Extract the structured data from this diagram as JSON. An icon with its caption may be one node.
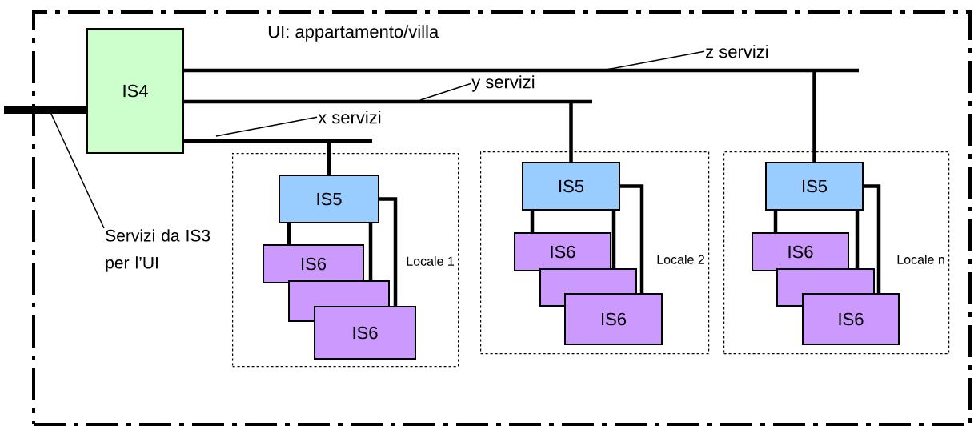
{
  "diagram": {
    "nodes": [
      {
        "text": [
          "UI: appartamento/villa"
        ]
      },
      {
        "text": [
          "IS4"
        ],
        "in": 0
      },
      {
        "text": [
          "z servizi"
        ],
        "in": 0
      },
      {
        "text": [
          "y servizi"
        ],
        "in": 0
      },
      {
        "text": [
          "x servizi"
        ],
        "in": 0
      },
      {
        "text": [
          "Locale 1"
        ],
        "in": 0
      },
      {
        "text": [
          "IS5"
        ],
        "in": 5
      },
      {
        "text": [
          "IS6"
        ],
        "in": 5
      },
      {
        "text": [],
        "shape": "box",
        "in": 5
      },
      {
        "text": [
          "IS6"
        ],
        "in": 5
      },
      {
        "text": [
          "Locale 2"
        ],
        "in": 0
      },
      {
        "text": [
          "IS5"
        ],
        "in": 10
      },
      {
        "text": [
          "IS6"
        ],
        "in": 10
      },
      {
        "text": [],
        "shape": "box",
        "in": 10
      },
      {
        "text": [
          "IS6"
        ],
        "in": 10
      },
      {
        "text": [
          "Locale n"
        ],
        "in": 0
      },
      {
        "text": [
          "IS5"
        ],
        "in": 15
      },
      {
        "text": [
          "IS6"
        ],
        "in": 15
      },
      {
        "text": [],
        "shape": "box",
        "in": 15
      },
      {
        "text": [
          "IS6"
        ],
        "in": 15
      },
      {
        "text": [
          "Servizi da IS3 per l’UI"
        ],
        "in": 0
      }
    ],
    "edges": [
      {
        "from": null,
        "to": 1,
        "arrow": "none",
        "style": "thick"
      },
      {
        "from": 1,
        "to": 6,
        "arrow": "none"
      },
      {
        "from": 1,
        "to": 11,
        "arrow": "none"
      },
      {
        "from": 1,
        "to": 16,
        "arrow": "none"
      },
      {
        "from": 6,
        "to": 7,
        "arrow": "none"
      },
      {
        "from": 6,
        "to": 8,
        "arrow": "none"
      },
      {
        "from": 6,
        "to": 9,
        "arrow": "none"
      },
      {
        "from": 11,
        "to": 12,
        "arrow": "none"
      },
      {
        "from": 11,
        "to": 13,
        "arrow": "none"
      },
      {
        "from": 11,
        "to": 14,
        "arrow": "none"
      },
      {
        "from": 16,
        "to": 17,
        "arrow": "none"
      },
      {
        "from": 16,
        "to": 18,
        "arrow": "none"
      },
      {
        "from": 16,
        "to": 19,
        "arrow": "none"
      },
      {
        "from": 2,
        "to": null,
        "arrow": "none"
      },
      {
        "from": 3,
        "to": null,
        "arrow": "none"
      },
      {
        "from": 4,
        "to": null,
        "arrow": "none"
      },
      {
        "from": 20,
        "to": null,
        "arrow": "none"
      }
    ]
  }
}
